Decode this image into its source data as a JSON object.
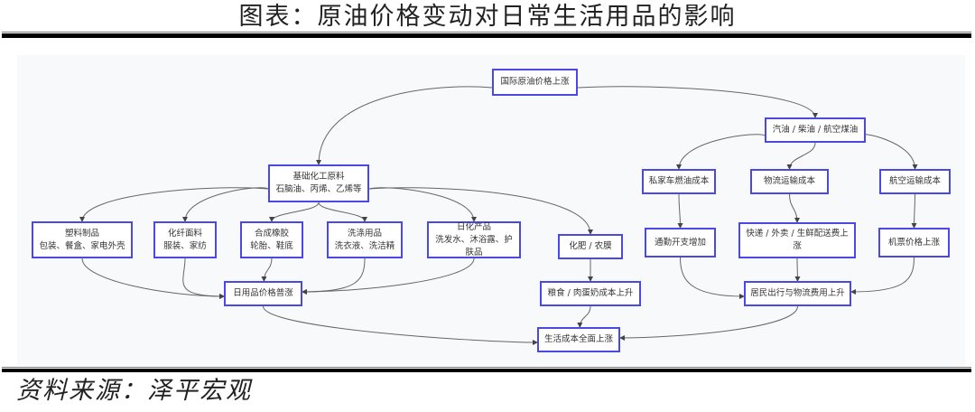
{
  "title": "图表：原油价格变动对日常生活用品的影响",
  "source": "资料来源：泽平宏观",
  "colors": {
    "node_border": "#4a48e8",
    "edge": "#666666",
    "panel_bg": "#f8f9fb"
  },
  "nodes": {
    "root": {
      "lines": [
        "国际原油价格上涨"
      ]
    },
    "base_chem": {
      "lines": [
        "基础化工原料",
        "石脑油、丙烯、乙烯等"
      ]
    },
    "fuels": {
      "lines": [
        "汽油 / 柴油 / 航空煤油"
      ]
    },
    "plastics": {
      "lines": [
        "塑料制品",
        "包装、餐盒、家电外壳"
      ]
    },
    "fiber": {
      "lines": [
        "化纤面料",
        "服装、家纺"
      ]
    },
    "rubber": {
      "lines": [
        "合成橡胶",
        "轮胎、鞋底"
      ]
    },
    "detergent": {
      "lines": [
        "洗涤用品",
        "洗衣液、洗洁精"
      ]
    },
    "daily_chem": {
      "lines": [
        "日化产品",
        "洗发水、沐浴露、护肤品"
      ]
    },
    "fertilizer": {
      "lines": [
        "化肥 / 农膜"
      ]
    },
    "car_fuel": {
      "lines": [
        "私家车燃油成本"
      ]
    },
    "logistics": {
      "lines": [
        "物流运输成本"
      ]
    },
    "aviation": {
      "lines": [
        "航空运输成本"
      ]
    },
    "commute": {
      "lines": [
        "通勤开支增加"
      ]
    },
    "delivery": {
      "lines": [
        "快递 / 外卖 / 生鲜配送费上",
        "涨"
      ]
    },
    "ticket": {
      "lines": [
        "机票价格上涨"
      ]
    },
    "daily_goods": {
      "lines": [
        "日用品价格普涨"
      ]
    },
    "food": {
      "lines": [
        "粮食 / 肉蛋奶成本上升"
      ]
    },
    "resident": {
      "lines": [
        "居民出行与物流费用上升"
      ]
    },
    "living_cost": {
      "lines": [
        "生活成本全面上涨"
      ]
    }
  },
  "edges": [
    [
      "root",
      "base_chem"
    ],
    [
      "root",
      "fuels"
    ],
    [
      "base_chem",
      "plastics"
    ],
    [
      "base_chem",
      "fiber"
    ],
    [
      "base_chem",
      "rubber"
    ],
    [
      "base_chem",
      "detergent"
    ],
    [
      "base_chem",
      "daily_chem"
    ],
    [
      "base_chem",
      "fertilizer"
    ],
    [
      "fuels",
      "car_fuel"
    ],
    [
      "fuels",
      "logistics"
    ],
    [
      "fuels",
      "aviation"
    ],
    [
      "car_fuel",
      "commute"
    ],
    [
      "logistics",
      "delivery"
    ],
    [
      "aviation",
      "ticket"
    ],
    [
      "plastics",
      "daily_goods"
    ],
    [
      "fiber",
      "daily_goods"
    ],
    [
      "rubber",
      "daily_goods"
    ],
    [
      "detergent",
      "daily_goods"
    ],
    [
      "daily_chem",
      "daily_goods"
    ],
    [
      "fertilizer",
      "food"
    ],
    [
      "commute",
      "resident"
    ],
    [
      "delivery",
      "resident"
    ],
    [
      "ticket",
      "resident"
    ],
    [
      "daily_goods",
      "living_cost"
    ],
    [
      "food",
      "living_cost"
    ],
    [
      "resident",
      "living_cost"
    ]
  ]
}
